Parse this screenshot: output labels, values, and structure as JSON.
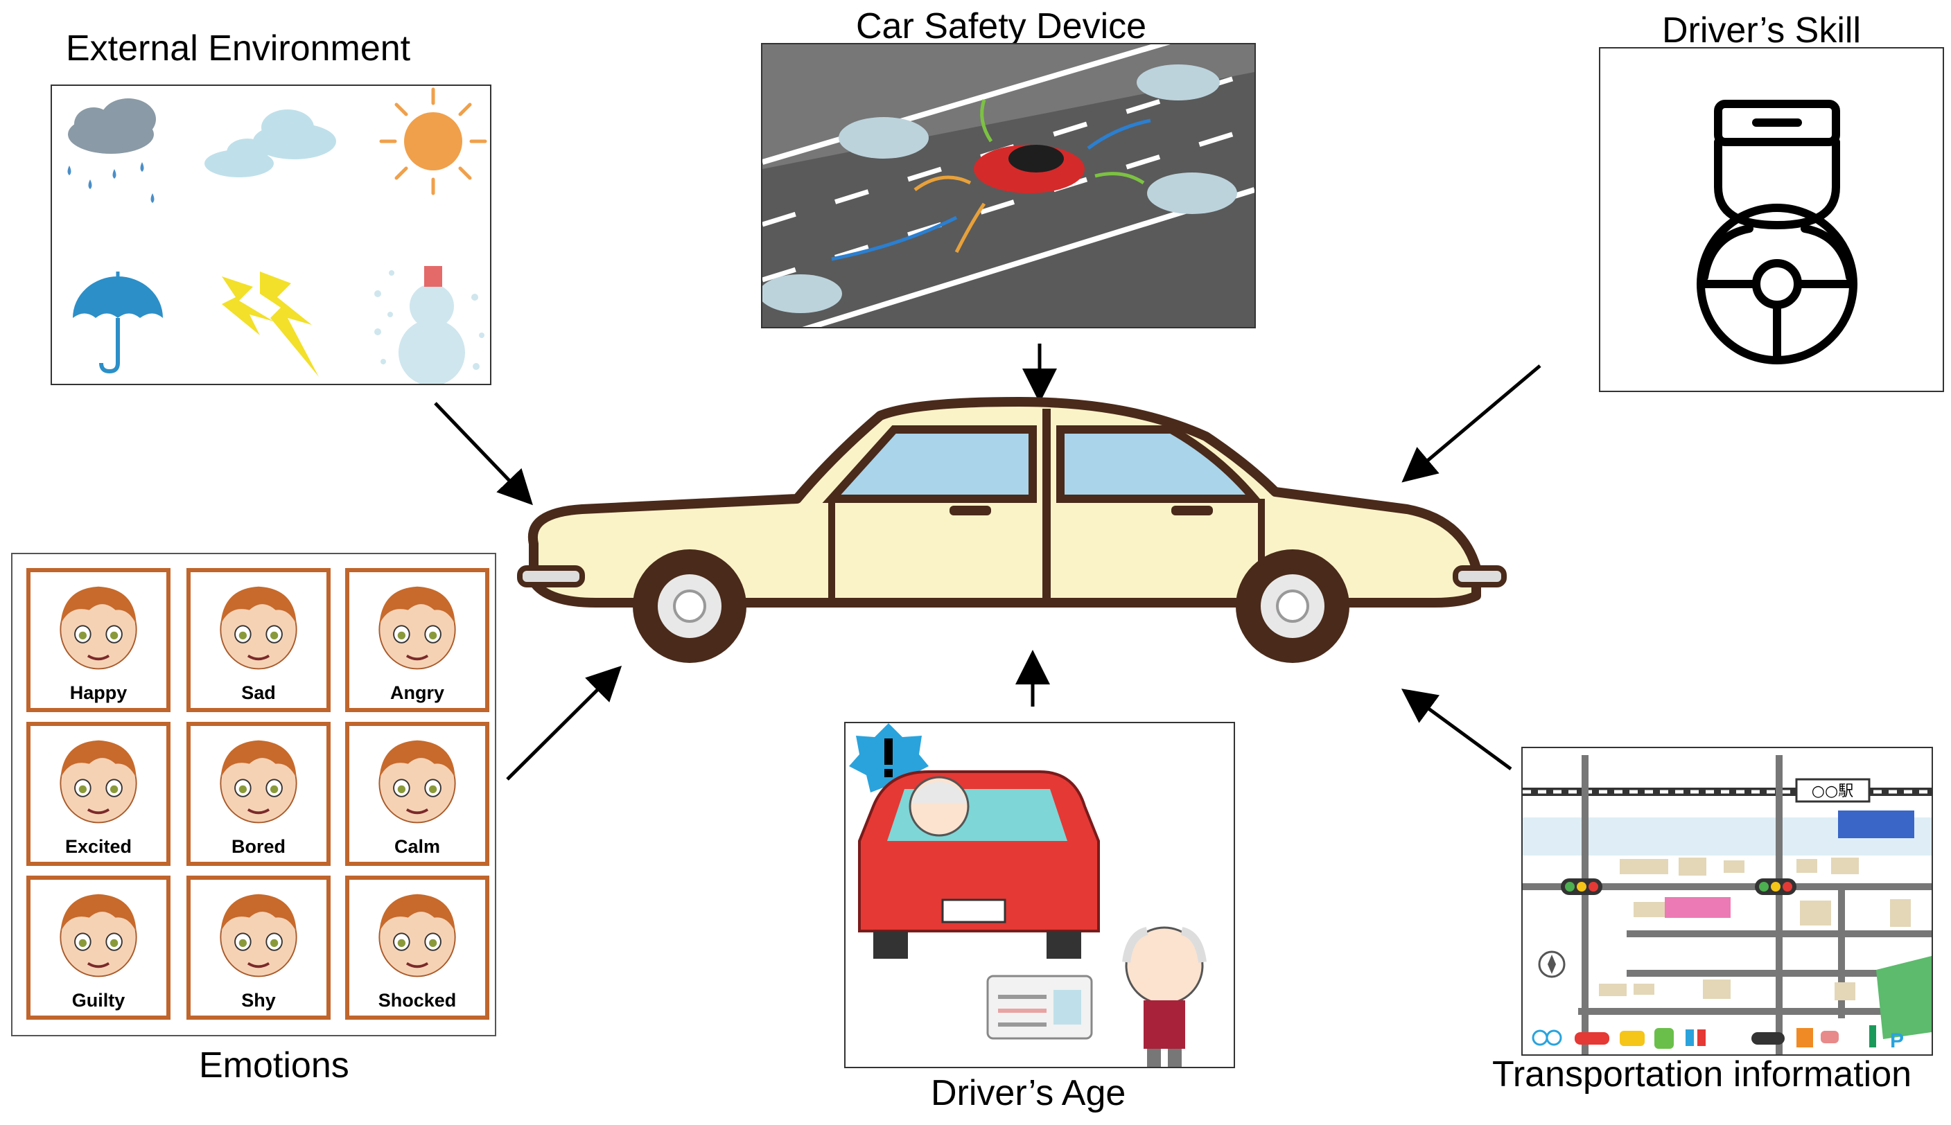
{
  "labels": {
    "external_environment": "External Environment",
    "car_safety_device": "Car Safety Device",
    "drivers_skill": "Driver’s Skill",
    "emotions": "Emotions",
    "drivers_age": "Driver’s Age",
    "transportation_information": "Transportation information"
  },
  "emotions": [
    "Happy",
    "Sad",
    "Angry",
    "Excited",
    "Bored",
    "Calm",
    "Guilty",
    "Shy",
    "Shocked"
  ],
  "map": {
    "station_sign": "○○駅"
  },
  "colors": {
    "car_body": "#fbf3c8",
    "car_outline": "#4a2a1a",
    "face_border": "#c0652c",
    "road": "#5a5a5a",
    "sun": "#f0a04b",
    "lightning": "#f2e02a",
    "umbrella": "#2c8fc8",
    "old_car": "#e53935"
  }
}
